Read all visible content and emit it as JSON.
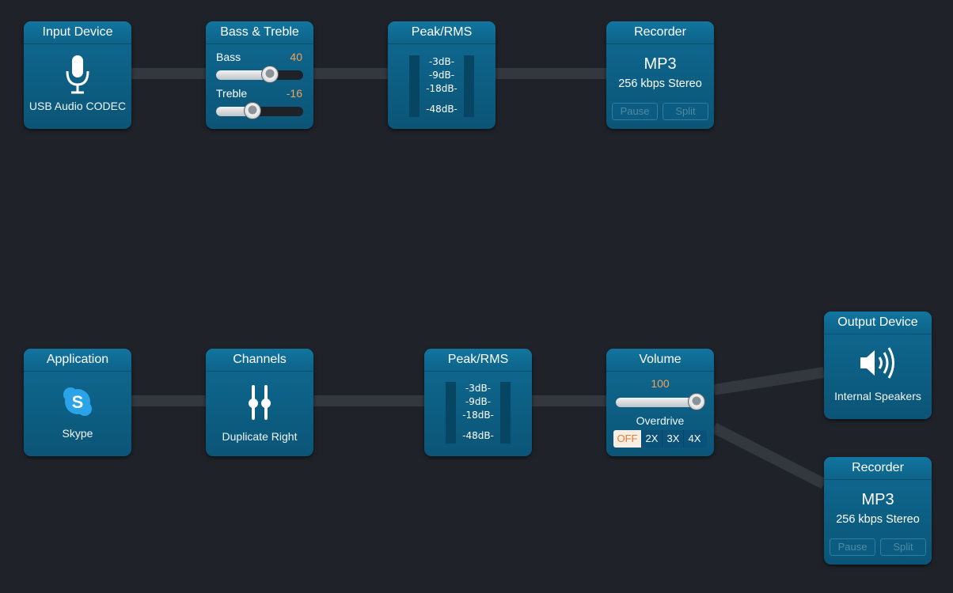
{
  "colors": {
    "background": "#1f2329",
    "node": "#0f6a92",
    "accent": "#f3a25a"
  },
  "chain1": {
    "input_device": {
      "title": "Input Device",
      "icon": "microphone-icon",
      "label": "USB Audio CODEC"
    },
    "bass_treble": {
      "title": "Bass & Treble",
      "bass_label": "Bass",
      "bass_value": "40",
      "bass_level": 0.62,
      "treble_label": "Treble",
      "treble_value": "-16",
      "treble_level": 0.42
    },
    "meter": {
      "title": "Peak/RMS",
      "levels": [
        "-3dB-",
        "-9dB-",
        "-18dB-",
        "-48dB-"
      ]
    },
    "recorder": {
      "title": "Recorder",
      "format": "MP3",
      "quality": "256 kbps Stereo",
      "pause_label": "Pause",
      "split_label": "Split"
    }
  },
  "chain2": {
    "application": {
      "title": "Application",
      "icon": "skype-icon",
      "label": "Skype"
    },
    "channels": {
      "title": "Channels",
      "icon": "sliders-icon",
      "label": "Duplicate Right"
    },
    "meter": {
      "title": "Peak/RMS",
      "levels": [
        "-3dB-",
        "-9dB-",
        "-18dB-",
        "-48dB-"
      ]
    },
    "volume": {
      "title": "Volume",
      "value": "100",
      "level": 0.93,
      "overdrive_label": "Overdrive",
      "overdrive_options": [
        "OFF",
        "2X",
        "3X",
        "4X"
      ],
      "overdrive_selected": "OFF"
    },
    "output_device": {
      "title": "Output Device",
      "icon": "speaker-icon",
      "label": "Internal Speakers"
    },
    "recorder": {
      "title": "Recorder",
      "format": "MP3",
      "quality": "256 kbps Stereo",
      "pause_label": "Pause",
      "split_label": "Split"
    }
  }
}
